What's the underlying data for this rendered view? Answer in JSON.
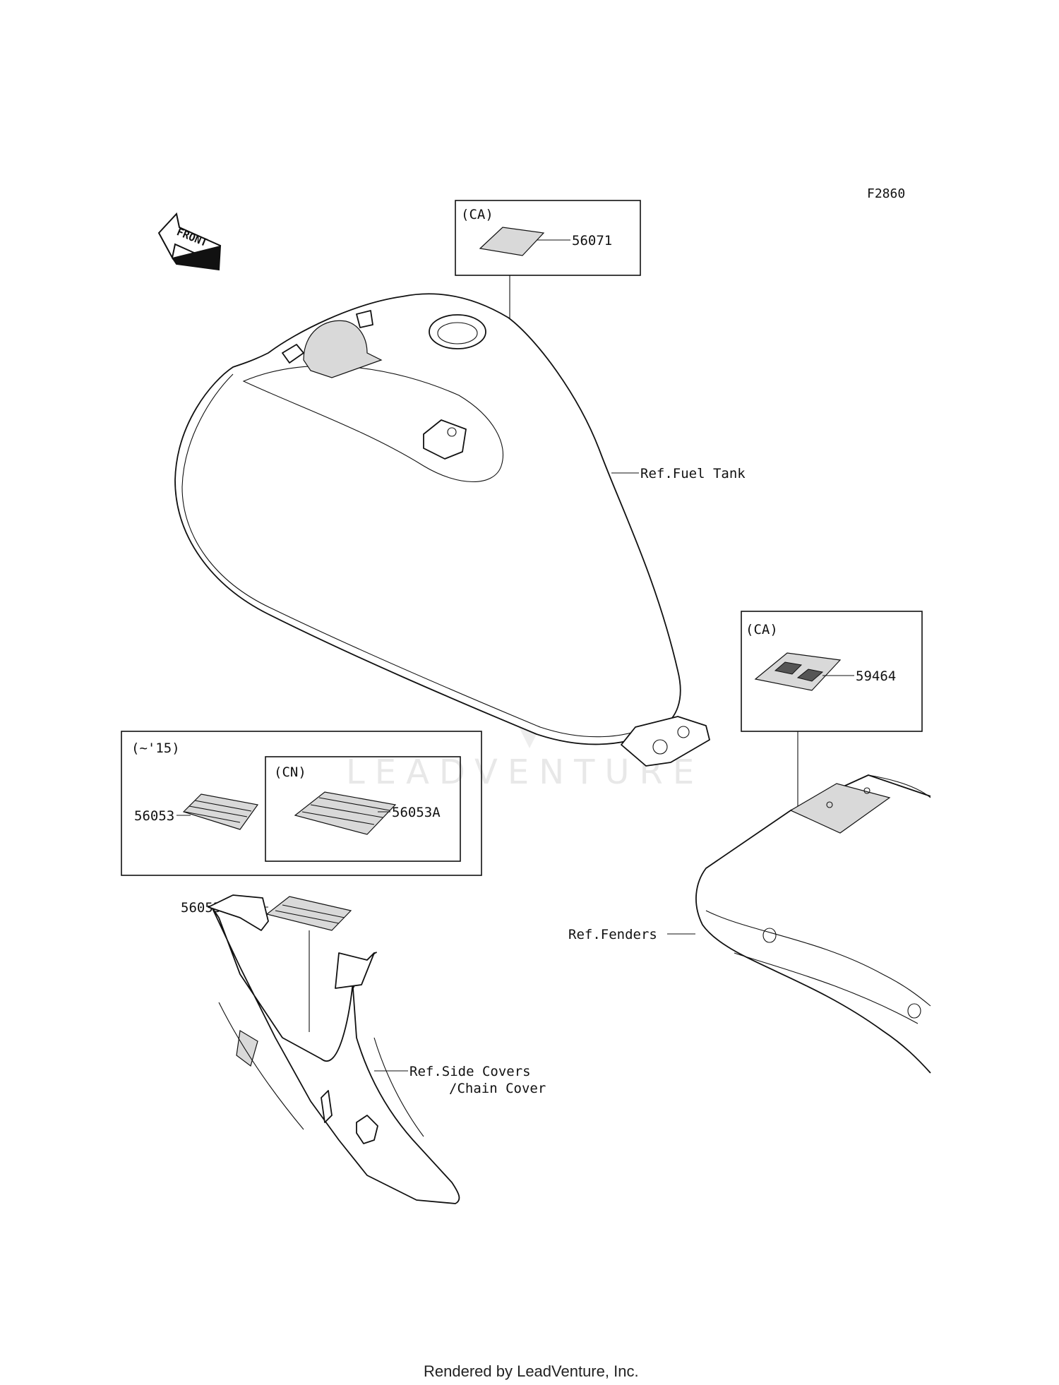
{
  "diagram": {
    "figure_code": "F2860",
    "front_arrow": "FRONT",
    "boxes": {
      "ca_top": {
        "title": "(CA)",
        "part": "56071"
      },
      "ca_right": {
        "title": "(CA)",
        "part": "59464"
      },
      "year": {
        "title": "(~'15)",
        "part": "56053"
      },
      "cn": {
        "title": "(CN)",
        "part": "56053A"
      }
    },
    "parts": {
      "side_label": "56053B/C"
    },
    "references": {
      "fuel_tank": "Ref.Fuel Tank",
      "fenders": "Ref.Fenders",
      "side_covers_1": "Ref.Side Covers",
      "side_covers_2": "/Chain Cover"
    },
    "icons": [
      "front-arrow-icon",
      "fuel-tank-icon",
      "rear-fender-icon",
      "side-cover-icon",
      "label-decal-icon",
      "leadventure-logo-watermark"
    ],
    "watermark_text": "LEADVENTURE",
    "footer": "Rendered by LeadVenture, Inc."
  }
}
